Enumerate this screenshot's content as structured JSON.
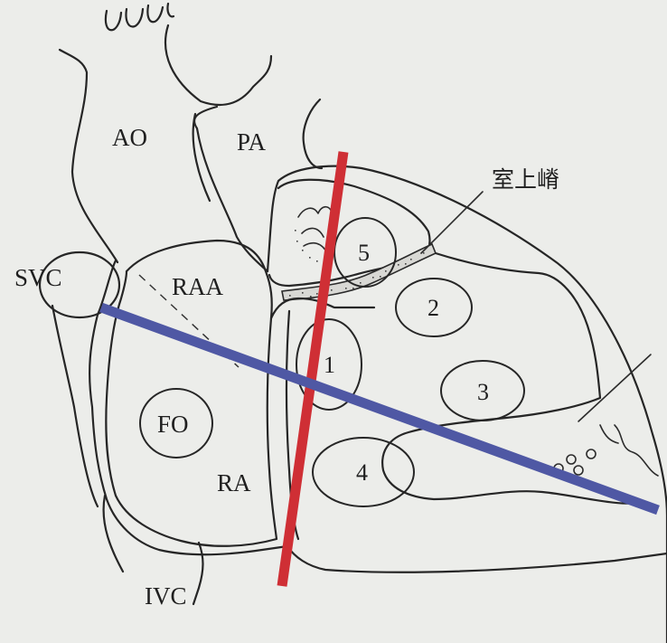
{
  "labels": {
    "ao": "AO",
    "pa": "PA",
    "svc": "SVC",
    "raa": "RAA",
    "fo": "FO",
    "ra": "RA",
    "ivc": "IVC",
    "supraventricular_crest": "室上嵴"
  },
  "regions": [
    "1",
    "2",
    "3",
    "4",
    "5"
  ],
  "colors": {
    "red_line": "#cf2f35",
    "blue_line": "#4f58a4",
    "outline": "#262626",
    "paper": "#ecedea"
  }
}
